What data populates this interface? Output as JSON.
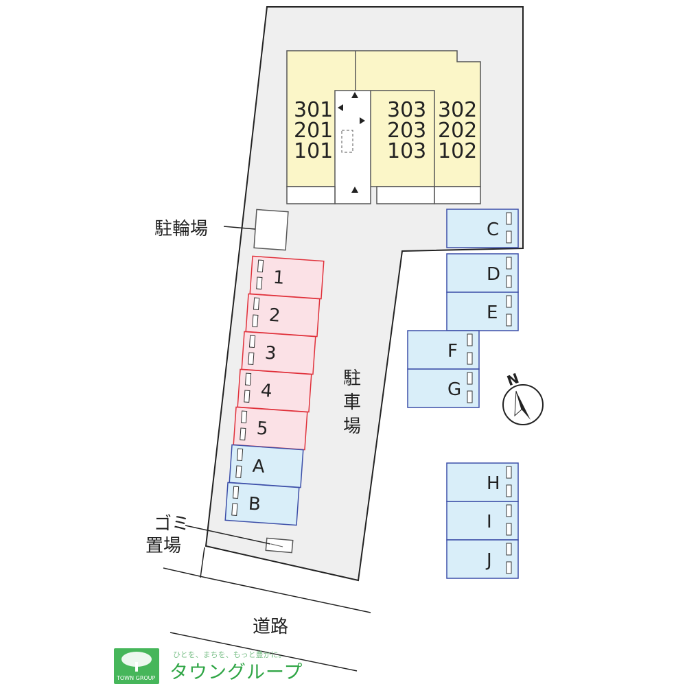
{
  "building": {
    "units_left": [
      "301",
      "201",
      "101"
    ],
    "units_mid": [
      "303",
      "203",
      "103"
    ],
    "units_right": [
      "302",
      "202",
      "102"
    ]
  },
  "labels": {
    "bicycle_parking": "駐輪場",
    "parking": [
      "駐",
      "車",
      "場"
    ],
    "garbage": [
      "ゴミ",
      "置場"
    ],
    "road": "道路",
    "north": "N"
  },
  "parking_slots": {
    "red": [
      "1",
      "2",
      "3",
      "4",
      "5"
    ],
    "blue_left": [
      "A",
      "B"
    ],
    "blue_right": [
      "C",
      "D",
      "E",
      "F",
      "G",
      "H",
      "I",
      "J"
    ]
  },
  "logo": {
    "tagline": "ひとを、まちを、もっと豊かに。",
    "brand": "タウングループ",
    "small": "TOWN GROUP"
  },
  "colors": {
    "lot": "#efefef",
    "building": "#fbf6c8",
    "red_fill": "#fbe1e6",
    "red_stroke": "#e0303a",
    "blue_fill": "#d9eef9",
    "blue_stroke": "#3c4ea8",
    "brand_green": "#46b65a"
  }
}
